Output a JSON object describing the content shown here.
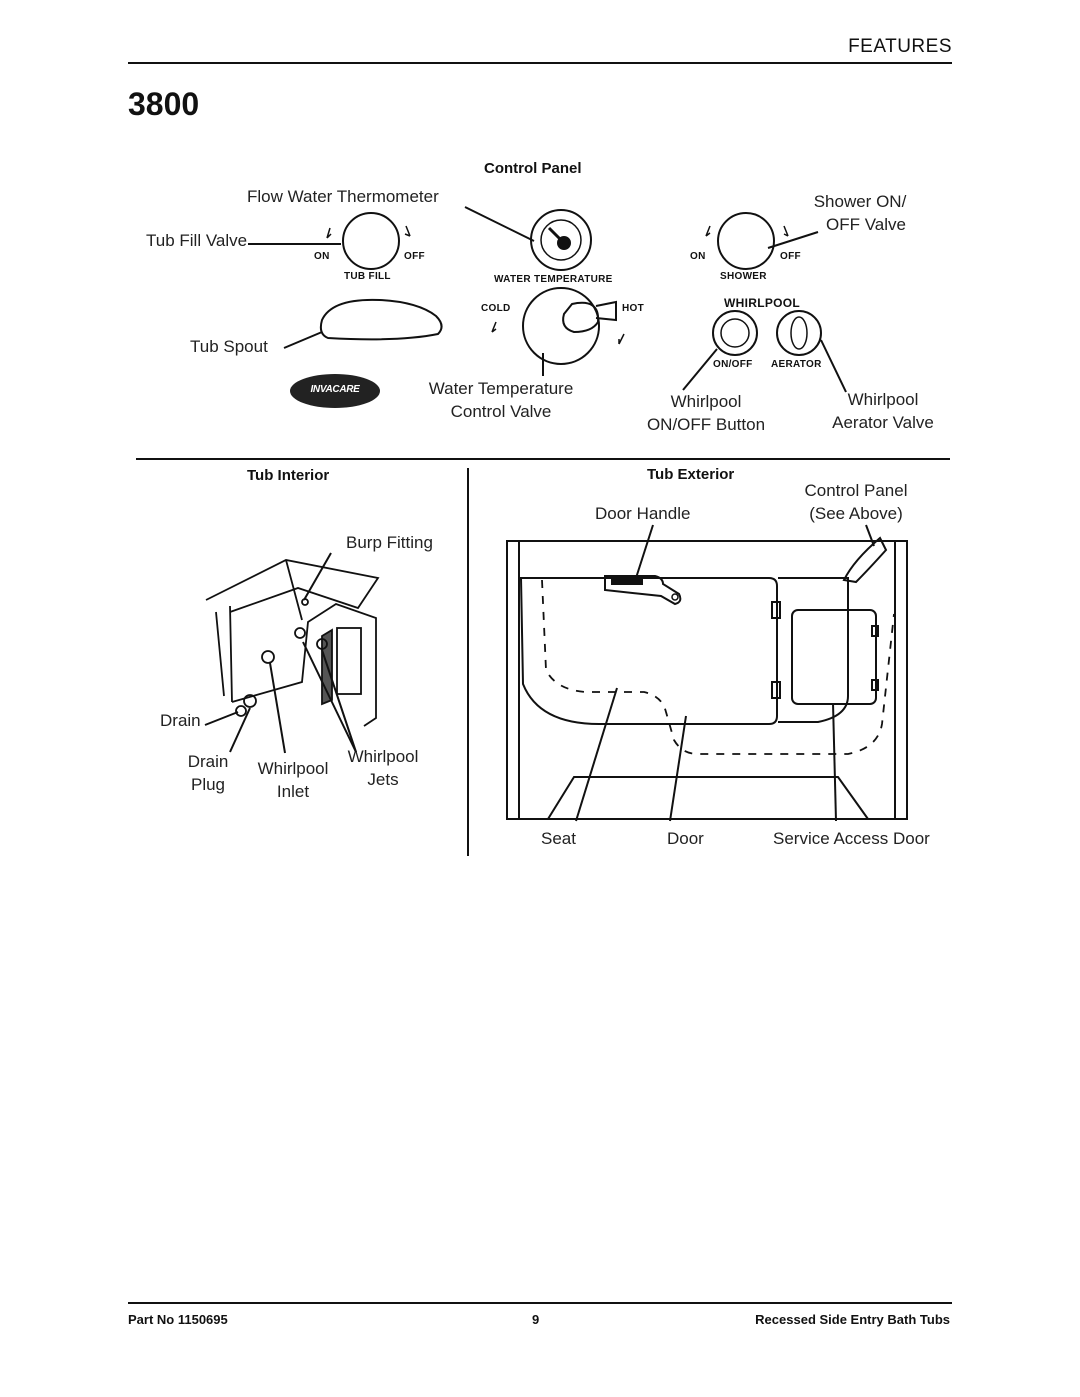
{
  "header": {
    "section": "FEATURES",
    "model": "3800"
  },
  "control_panel": {
    "heading": "Control Panel",
    "labels": {
      "flow_thermometer": "Flow Water Thermometer",
      "tub_fill_valve": "Tub Fill Valve",
      "shower_valve_1": "Shower ON/",
      "shower_valve_2": "OFF Valve",
      "tub_spout": "Tub Spout",
      "water_temp_1": "Water Temperature",
      "water_temp_2": "Control Valve",
      "whirlpool_btn_1": "Whirlpool",
      "whirlpool_btn_2": "ON/OFF Button",
      "aerator_1": "Whirlpool",
      "aerator_2": "Aerator Valve"
    },
    "panel_text": {
      "tubfill_on": "ON",
      "tubfill_off": "OFF",
      "tubfill": "TUB FILL",
      "water_temperature": "WATER TEMPERATURE",
      "cold": "COLD",
      "hot": "HOT",
      "shower_on": "ON",
      "shower_off": "OFF",
      "shower": "SHOWER",
      "whirlpool": "WHIRLPOOL",
      "onoff": "ON/OFF",
      "aerator": "AERATOR",
      "logo": "INVACARE"
    }
  },
  "tub_interior": {
    "heading": "Tub Interior",
    "labels": {
      "burp_fitting": "Burp Fitting",
      "drain": "Drain",
      "drain_plug_1": "Drain",
      "drain_plug_2": "Plug",
      "whirlpool_inlet_1": "Whirlpool",
      "whirlpool_inlet_2": "Inlet",
      "whirlpool_jets_1": "Whirlpool",
      "whirlpool_jets_2": "Jets"
    }
  },
  "tub_exterior": {
    "heading": "Tub Exterior",
    "labels": {
      "control_panel_1": "Control Panel",
      "control_panel_2": "(See Above)",
      "door_handle": "Door Handle",
      "seat": "Seat",
      "door": "Door",
      "service_access_door": "Service Access Door"
    }
  },
  "footer": {
    "part_no": "Part No 1150695",
    "page": "9",
    "doc_title": "Recessed Side Entry Bath Tubs"
  }
}
